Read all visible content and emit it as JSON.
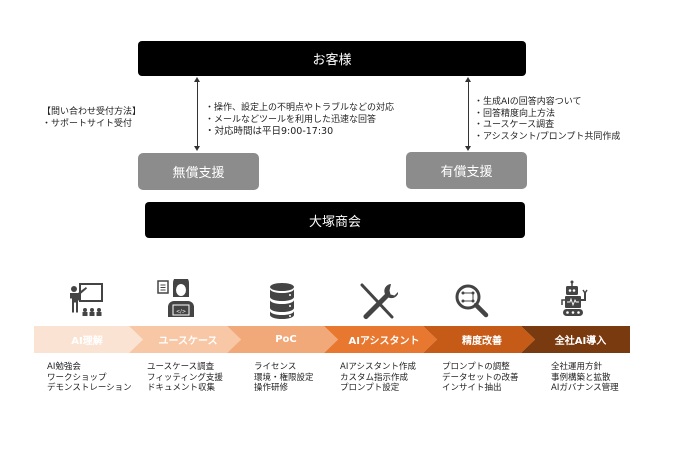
{
  "top_box": {
    "label": "お客様"
  },
  "bottom_box": {
    "label": "大塚商会"
  },
  "free_support": {
    "label": "無償支援",
    "notes": [
      "・操作、設定上の不明点やトラブルなどの対応",
      "・メールなどツールを利用した迅速な回答",
      "・対応時間は平日9:00-17:30"
    ]
  },
  "paid_support": {
    "label": "有償支援",
    "notes": [
      "・生成AIの回答内容ついて",
      "・回答精度向上方法",
      "・ユースケース調査",
      "・アシスタント/プロンプト共同作成"
    ]
  },
  "inquiry": {
    "title": "【問い合わせ受付方法】",
    "items": [
      "・サポートサイト受付"
    ]
  },
  "steps": [
    {
      "label": "AI理解",
      "icon": "teacher-presentation-icon",
      "color": "#fbe3d3",
      "items": [
        "AI勉強会",
        "ワークショップ",
        "デモンストレーション"
      ]
    },
    {
      "label": "ユースケース",
      "icon": "developer-clipboard-icon",
      "color": "#f7c7a6",
      "items": [
        "ユースケース調査",
        "フィッティング支援",
        "ドキュメント収集"
      ]
    },
    {
      "label": "PoC",
      "icon": "database-icon",
      "color": "#f1a97a",
      "items": [
        "ライセンス",
        "環境・権限設定",
        "操作研修"
      ]
    },
    {
      "label": "AIアシスタント",
      "icon": "tools-icon",
      "color": "#e8782f",
      "items": [
        "AIアシスタント作成",
        "カスタム指示作成",
        "プロンプト設定"
      ]
    },
    {
      "label": "精度改善",
      "icon": "search-analysis-icon",
      "color": "#c65a17",
      "items": [
        "プロンプトの調整",
        "データセットの改善",
        "インサイト抽出"
      ]
    },
    {
      "label": "全社AI導入",
      "icon": "robot-icon",
      "color": "#7a3a0f",
      "items": [
        "全社運用方針",
        "事例構築と拡散",
        "AIガバナンス管理"
      ]
    }
  ]
}
